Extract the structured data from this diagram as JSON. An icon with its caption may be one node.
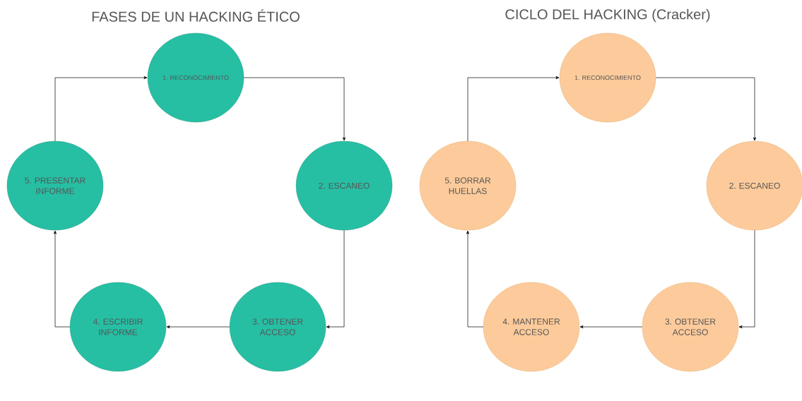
{
  "diagram": {
    "nodes": [
      {
        "text": [
          "1. RECONOCIMIENTO"
        ]
      },
      {
        "text": [
          "2. ESCANEO"
        ]
      },
      {
        "text": [
          "3. OBTENER ACCESO"
        ]
      },
      {
        "text": [
          "4. ESCRIBIR INFORME"
        ]
      },
      {
        "text": [
          "5. PRESENTAR INFORME"
        ]
      },
      {
        "text": [
          "1. RECONOCIMIENTO"
        ]
      },
      {
        "text": [
          "2. ESCANEO"
        ]
      },
      {
        "text": [
          "3. OBTENER ACCESO"
        ]
      },
      {
        "text": [
          "4. MANTENER ACCESO"
        ]
      },
      {
        "text": [
          "5. BORRAR HUELLAS"
        ]
      }
    ],
    "edges": [
      {
        "from": 0,
        "to": 1,
        "arrow": "to"
      },
      {
        "from": 1,
        "to": 2,
        "arrow": "to"
      },
      {
        "from": 2,
        "to": 3,
        "arrow": "to"
      },
      {
        "from": 3,
        "to": 4,
        "arrow": "to"
      },
      {
        "from": 4,
        "to": 0,
        "arrow": "to"
      },
      {
        "from": 5,
        "to": 6,
        "arrow": "to"
      },
      {
        "from": 6,
        "to": 7,
        "arrow": "to"
      },
      {
        "from": 7,
        "to": 8,
        "arrow": "to"
      },
      {
        "from": 8,
        "to": 9,
        "arrow": "to"
      },
      {
        "from": 9,
        "to": 5,
        "arrow": "to"
      }
    ],
    "labels": [
      "FASES DE UN HACKING ÉTICO",
      "CICLO DEL HACKING (Cracker)"
    ]
  }
}
